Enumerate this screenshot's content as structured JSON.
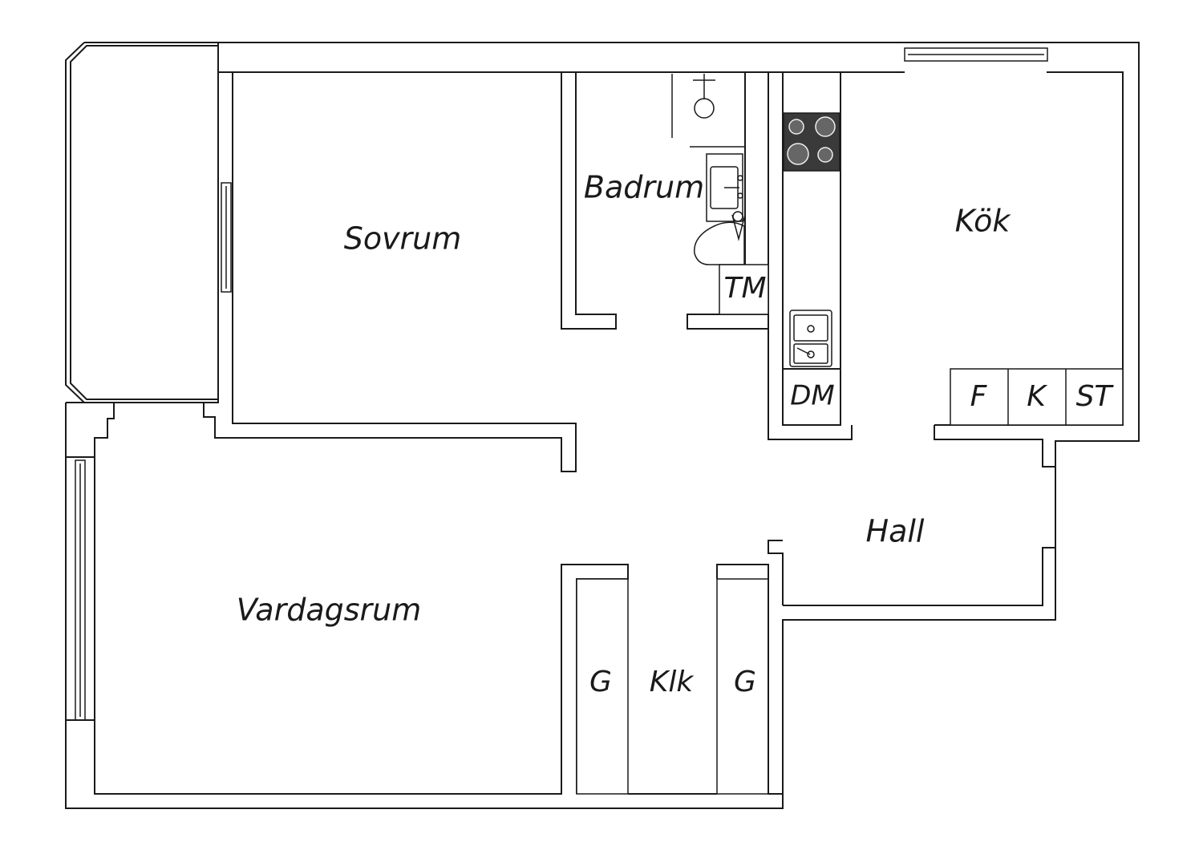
{
  "rooms": {
    "sovrum": "Sovrum",
    "badrum": "Badrum",
    "tm": "TM",
    "kok": "Kök",
    "dm": "DM",
    "f": "F",
    "k": "K",
    "st": "ST",
    "hall": "Hall",
    "vardagsrum": "Vardagsrum",
    "g_left": "G",
    "klk": "Klk",
    "g_right": "G"
  },
  "colors": {
    "wall_stroke": "#1a1a1a",
    "background": "#ffffff",
    "stove_fill": "#3a3a3a"
  }
}
